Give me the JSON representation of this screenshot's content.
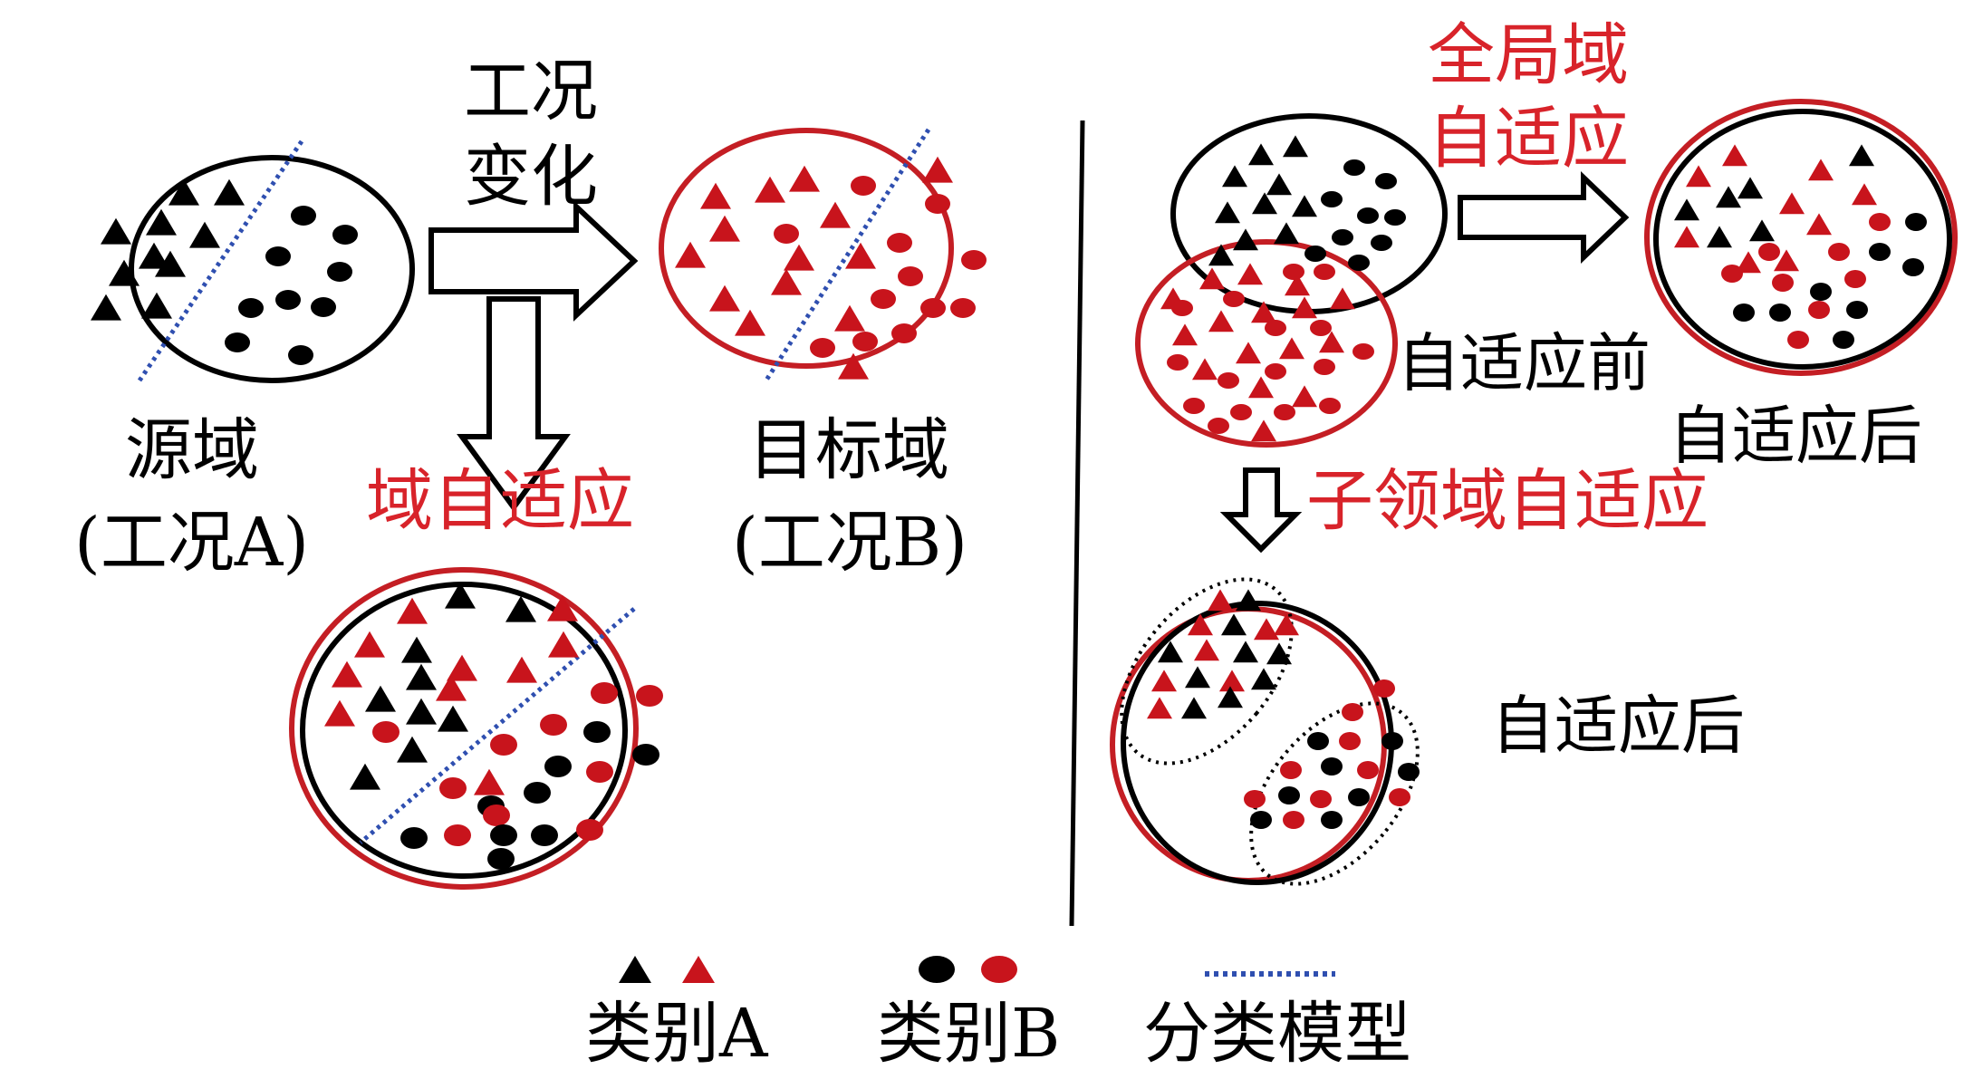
{
  "colors": {
    "black": "#000000",
    "red": "#c8141c",
    "ellipse_red": "#c41e24",
    "model_line": "#2f4fb0"
  },
  "left": {
    "condition_change": [
      "工况",
      "变化"
    ],
    "source_domain": {
      "name": "源域",
      "condition": "(工况A)"
    },
    "target_domain": {
      "name": "目标域",
      "condition": "(工况B)"
    },
    "domain_adaptation": "域自适应"
  },
  "right": {
    "global_adaptation": [
      "全局域",
      "自适应"
    ],
    "before_adaptation": "自适应前",
    "after_adaptation_global": "自适应后",
    "subdomain_adaptation": "子领域自适应",
    "after_adaptation_sub": "自适应后"
  },
  "legend": {
    "class_a": "类别A",
    "class_b": "类别B",
    "model": "分类模型",
    "class_a_icon": "triangle",
    "class_b_icon": "circle"
  }
}
